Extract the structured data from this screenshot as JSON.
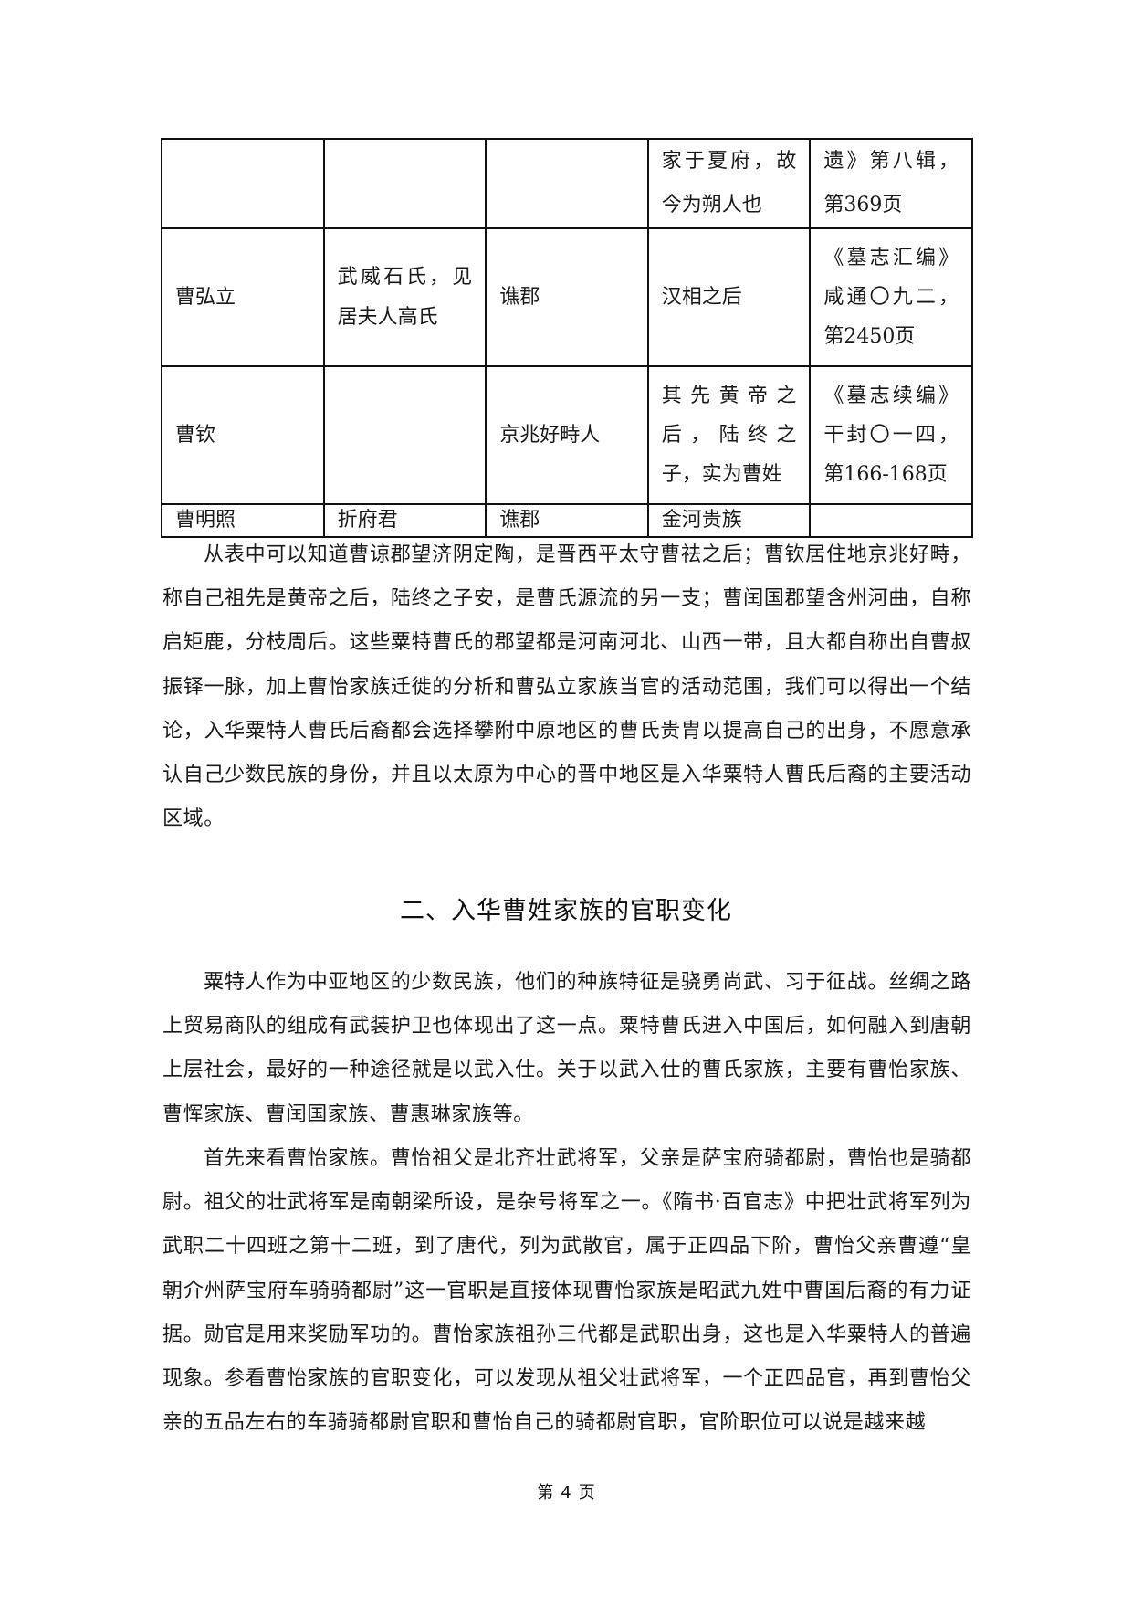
{
  "table": {
    "rows": [
      {
        "name": "",
        "spouse": "",
        "commandery": "",
        "origin": "家于夏府，故今为朔人也",
        "source": "遗》第八辑，第369页"
      },
      {
        "name": "曹弘立",
        "spouse": "武威石氏，见居夫人高氏",
        "commandery": "谯郡",
        "origin": "汉相之后",
        "source": "《墓志汇编》咸通〇九二，第2450页"
      },
      {
        "name": "曹钦",
        "spouse": "",
        "commandery": "京兆好畤人",
        "origin": "其先黄帝之后，陆终之子，实为曹姓",
        "source": "《墓志续编》干封〇一四，第166-168页"
      },
      {
        "name": "曹明照",
        "spouse": "折府君",
        "commandery": "谯郡",
        "origin": "金河贵族",
        "source": ""
      }
    ]
  },
  "paragraphs": {
    "p1": "从表中可以知道曹谅郡望济阴定陶，是晋西平太守曹祛之后；曹钦居住地京兆好畤，称自己祖先是黄帝之后，陆终之子安，是曹氏源流的另一支；曹闰国郡望含州河曲，自称启矩鹿，分枝周后。这些粟特曹氏的郡望都是河南河北、山西一带，且大都自称出自曹叔振铎一脉，加上曹怡家族迁徙的分析和曹弘立家族当官的活动范围，我们可以得出一个结论，入华粟特人曹氏后裔都会选择攀附中原地区的曹氏贵胄以提高自己的出身，不愿意承认自己少数民族的身份，并且以太原为中心的晋中地区是入华粟特人曹氏后裔的主要活动区域。",
    "heading": "二、入华曹姓家族的官职变化",
    "p2": "粟特人作为中亚地区的少数民族，他们的种族特征是骁勇尚武、习于征战。丝绸之路上贸易商队的组成有武装护卫也体现出了这一点。粟特曹氏进入中国后，如何融入到唐朝上层社会，最好的一种途径就是以武入仕。关于以武入仕的曹氏家族，主要有曹怡家族、曹恽家族、曹闰国家族、曹惠琳家族等。",
    "p3": "首先来看曹怡家族。曹怡祖父是北齐壮武将军，父亲是萨宝府骑都尉，曹怡也是骑都尉。祖父的壮武将军是南朝梁所设，是杂号将军之一。《隋书·百官志》中把壮武将军列为武职二十四班之第十二班，到了唐代，列为武散官，属于正四品下阶，曹怡父亲曹遵“皇朝介州萨宝府车骑骑都尉”这一官职是直接体现曹怡家族是昭武九姓中曹国后裔的有力证据。勋官是用来奖励军功的。曹怡家族祖孙三代都是武职出身，这也是入华粟特人的普遍现象。参看曹怡家族的官职变化，可以发现从祖父壮武将军，一个正四品官，再到曹怡父亲的五品左右的车骑骑都尉官职和曹怡自己的骑都尉官职，官阶职位可以说是越来越"
  },
  "footer": {
    "prefix": "第",
    "page_number": "4",
    "suffix": "页"
  }
}
